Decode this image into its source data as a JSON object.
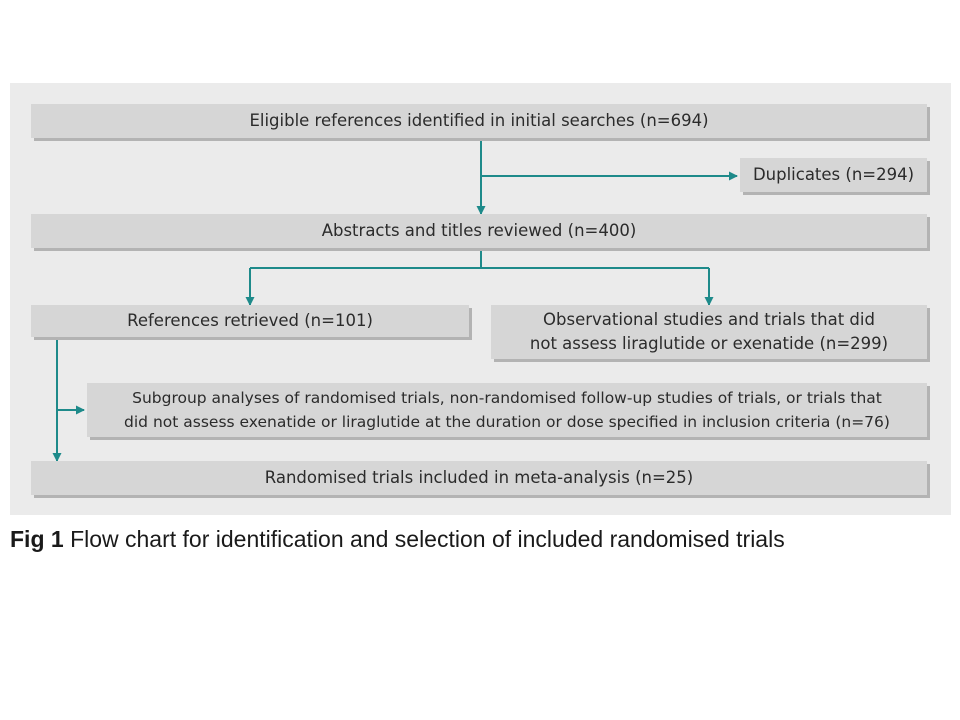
{
  "flowchart": {
    "boxes": {
      "eligible": "Eligible references identified in initial searches (n=694)",
      "duplicates": "Duplicates (n=294)",
      "abstracts": "Abstracts and titles reviewed (n=400)",
      "retrieved": "References retrieved (n=101)",
      "observational_line1": "Observational studies and trials that did",
      "observational_line2": "not assess liraglutide or exenatide (n=299)",
      "subgroup_line1": "Subgroup analyses of randomised trials, non-randomised follow-up studies of trials, or trials that",
      "subgroup_line2": "did not assess exenatide or liraglutide at the duration or dose specified in inclusion criteria (n=76)",
      "included": "Randomised trials included in meta-analysis (n=25)"
    },
    "colors": {
      "arrow": "#1e8a8a",
      "box_fill": "#d6d6d6",
      "box_shadow": "#b3b3b3",
      "panel_background": "#ebebeb"
    }
  },
  "caption": {
    "label": "Fig 1",
    "text": "Flow chart for identification and selection of included randomised trials"
  }
}
